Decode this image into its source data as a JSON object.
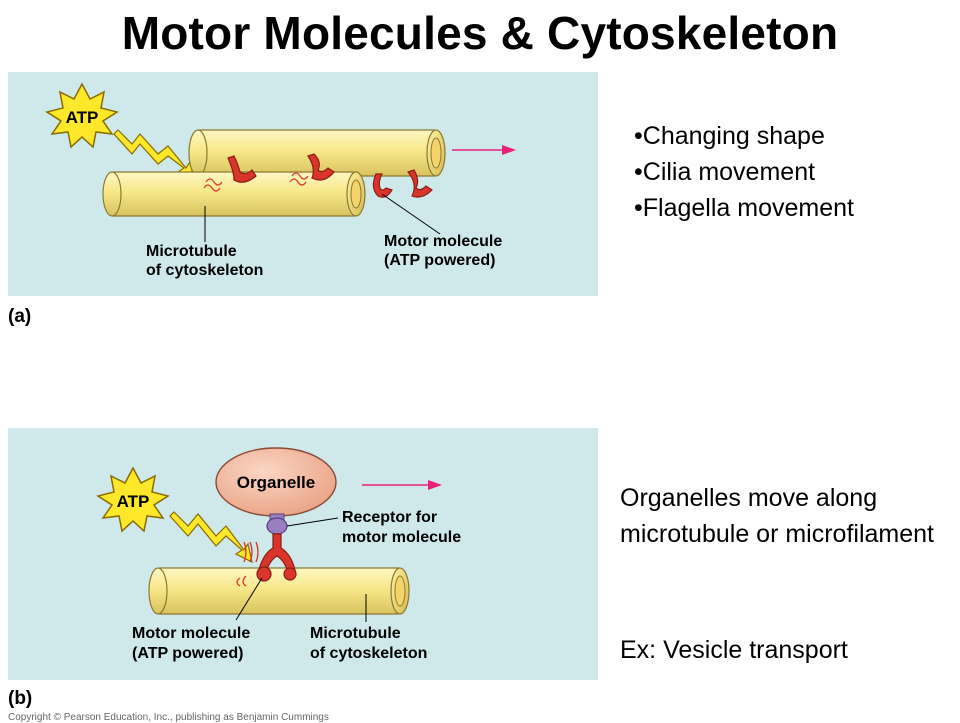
{
  "title": "Motor Molecules & Cytoskeleton",
  "panel_a": {
    "letter": "(a)",
    "atp_label": "ATP",
    "label_microtubule": [
      "Microtubule",
      "of cytoskeleton"
    ],
    "label_motor": [
      "Motor molecule",
      "(ATP powered)"
    ]
  },
  "bullets": [
    "Changing shape",
    "Cilia movement",
    "Flagella movement"
  ],
  "panel_b": {
    "letter": "(b)",
    "atp_label": "ATP",
    "organelle_label": "Organelle",
    "label_receptor": [
      "Receptor for",
      "motor molecule"
    ],
    "label_motor": [
      "Motor molecule",
      "(ATP powered)"
    ],
    "label_microtubule": [
      "Microtubule",
      "of cytoskeleton"
    ]
  },
  "description_b": "Organelles move along microtubule or microfilament",
  "example_b": "Ex:  Vesicle transport",
  "copyright": "Copyright © Pearson Education, Inc., publishing as Benjamin Cummings",
  "colors": {
    "panel_bg": "#cfe8ea",
    "tube_fill": "#f7e889",
    "motor_red": "#d9352b",
    "atp_star": "#ffe82a",
    "organelle_fill": "#f0b8a0",
    "receptor_purple": "#9a7fc0",
    "arrow_pink": "#e8207a"
  }
}
